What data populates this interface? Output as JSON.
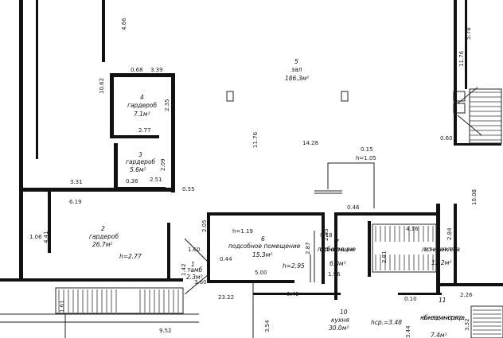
{
  "rooms": [
    {
      "id": "5",
      "name": "зал",
      "area": "186.3м²"
    },
    {
      "id": "4",
      "name": "гардероб",
      "area": "7.1м²"
    },
    {
      "id": "3",
      "name": "гардероб",
      "area": "5.6м²"
    },
    {
      "id": "2",
      "name": "гардероб",
      "area": "26.7м²",
      "height": "h=2.77"
    },
    {
      "id": "6",
      "name": "подсобное помещение",
      "area": "15.3м²",
      "height": "h=2.95"
    },
    {
      "id": "7",
      "name": "подсобное помещение",
      "area": "6.0м²"
    },
    {
      "id": "1",
      "name": "тамб",
      "area": "2.3м²"
    },
    {
      "id": "10",
      "name": "кухня",
      "area": "30.0м²",
      "height": "hср.=3.48"
    },
    {
      "id": "11",
      "name": "кабинет администра-тора",
      "area": "7.4м²"
    },
    {
      "id": "",
      "name": "лестничная клетка",
      "area": "13.2м²"
    }
  ],
  "dimensions": {
    "d466": "4.66",
    "d1062": "10.62",
    "d068": "0.68",
    "d339": "3.39",
    "d235": "2.35",
    "d277a": "2.77",
    "d209": "2.09",
    "d036": "0.36",
    "d251": "2.51",
    "d055": "0.55",
    "d331": "3.31",
    "d619": "6.19",
    "d106": "1.06",
    "d441": "4.41",
    "d1176a": "11.76",
    "d1428": "14.28",
    "d015": "0.15",
    "h105": "h=1.05",
    "d578": "5.78",
    "d1176b": "11.76",
    "d060": "0.60",
    "d1008": "10.08",
    "d046": "0.46",
    "d205": "2.05",
    "h119": "h=1.19",
    "d018": "0.18",
    "d285": "2.85",
    "d287": "2.87",
    "d416": "4.16",
    "d284": "2.84",
    "d281": "2.81",
    "d160": "1.60",
    "d044": "0.44",
    "d142": "1.42",
    "d360": "3.60",
    "d500": "5.00",
    "d196": "1.96",
    "d2322": "23.22",
    "d049": "0.49",
    "d010": "0.10",
    "d226": "2.26",
    "d161": "1.61",
    "d952": "9.52",
    "d354": "3.54",
    "d344": "3.44",
    "d332": "3.32"
  }
}
